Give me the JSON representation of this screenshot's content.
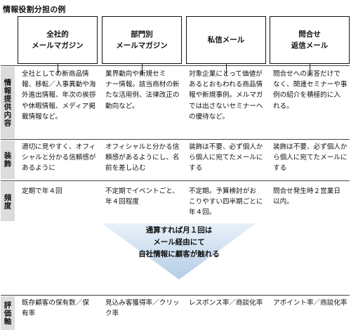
{
  "title": "情報役割分担の例",
  "columns": [
    {
      "header": "全社的\nメールマガジン"
    },
    {
      "header": "部門別\nメールマガジン"
    },
    {
      "header": "私信メール"
    },
    {
      "header": "問合せ\n返信メール"
    }
  ],
  "rows": [
    {
      "label": "情報提供内容",
      "cells": [
        "全社としての新商品情\n報、移転／人事異動や海\n外進出情報、年次の挨拶\nや休暇情報、メディア掲\n載情報など。",
        "業界動向や新規セミ\nナー情報。該当商材の新\nたな活用例、法律改正の\n動向など。",
        "対象企業にとって価値が\nあるとおもわれる商品情\n報や新規事例。メルマガ\nでは出さないセミナーへ\nの優待など。",
        "問合せへの返答だけで\nなく、関連セミナーや事\n例の紹介を積極的に入\nれる。"
      ]
    },
    {
      "label": "装飾",
      "cells": [
        "適切に見やすく、オフィ\nシャルと分かる信頼感が\nあるように",
        "オフィシャルと分かる信\n頼感があるようにし、名\n前を差し込む",
        "装飾は不要、必ず個人か\nら個人に宛てたメールに\nする",
        "装飾は不要、必ず個人か\nら個人に宛てたメールに\nする"
      ]
    },
    {
      "label": "頻度",
      "cells": [
        "定期で年４回",
        "不定期でイベントごと、\n年４回程度",
        "不定期。予算検討がお\nこりやすい四半期ごとに\n年４回。",
        "問合せ発生時２営業日\n以内。"
      ]
    },
    {
      "label": "評価軸",
      "cells": [
        "既存顧客の保有数／保\n有率",
        "見込み客獲得率／クリッ\nク率",
        "レスポンス率／商談化率",
        "アポイント率／商談化率"
      ]
    }
  ],
  "arrow": {
    "lines": [
      "通算すれば月１回は",
      "メール経由にて",
      "自社情報に顧客が触れる"
    ],
    "colors": {
      "top": "#e9f1f9",
      "bottom": "#b4cde6"
    }
  },
  "colors": {
    "label_bg": "#dcdcdc",
    "line": "#444444"
  }
}
